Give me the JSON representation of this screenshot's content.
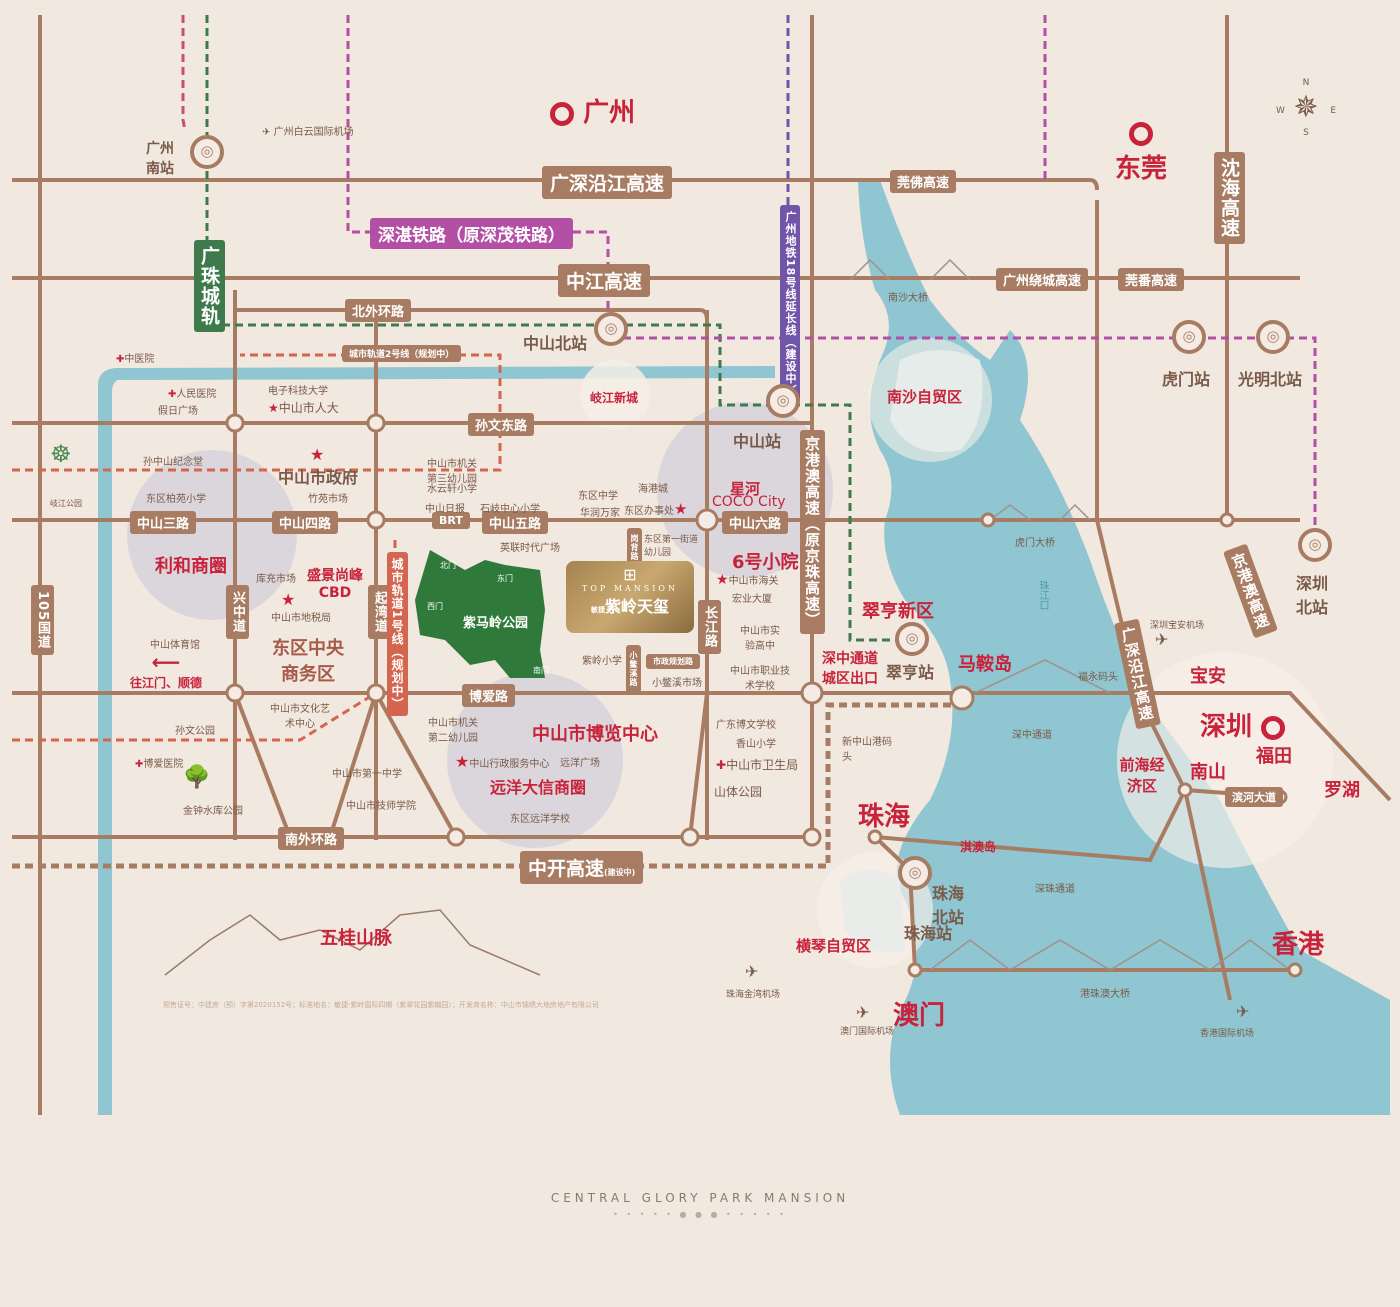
{
  "cities": {
    "guangzhou": "广州",
    "dongguan": "东莞",
    "shenzhen": "深圳",
    "hongkong": "香港",
    "macau": "澳门",
    "zhuhai": "珠海"
  },
  "roads": {
    "gs_yanjiang": "广深沿江高速",
    "zhongjiang": "中江高速",
    "shenzhan": "深湛铁路（原深茂铁路）",
    "guanfo": "莞佛高速",
    "gz_raocheng": "广州绕城高速",
    "guanfan": "莞番高速",
    "shenhai": "沈海高速",
    "beiwaihuan": "北外环路",
    "rail2": "城市轨道2号线（规划中）",
    "sunwen": "孙文东路",
    "zs3": "中山三路",
    "zs4": "中山四路",
    "zs5": "中山五路",
    "brt": "BRT",
    "zs6": "中山六路",
    "boai": "博爱路",
    "nanwaihuan": "南外环路",
    "zhongkai": "中开高速",
    "zhongkai_note": "(建设中)",
    "g105": "105国道",
    "xingzhong": "兴中道",
    "qiwan": "起湾道",
    "rail1": "城市轨道1号线（规划中）",
    "changjiang": "长江路",
    "jinggangao": "京港澳高速（原京珠高速）",
    "metro18": "广州地铁18号线延长线（建设中）",
    "guangzhu": "广珠城轨",
    "gs_yanjiang_v": "广深沿江高速",
    "jinggangao_v": "京港澳高速",
    "binhe": "滨河大道",
    "houtang": "岗背路",
    "xiaobiexi": "小鳖溪路",
    "shizheng": "市政规划路"
  },
  "stations": [
    "广州南站",
    "中山北站",
    "中山站",
    "翠亨站",
    "虎门站",
    "光明北站",
    "深圳北站",
    "珠海北站",
    "珠海站"
  ],
  "areas": [
    "利和商圈",
    "东区中央商务区",
    "中山市博览中心",
    "远洋大信商圈",
    "南沙自贸区",
    "横琴自贸区",
    "前海经济区",
    "星河",
    "COCO City",
    "6号小院",
    "岐江新城",
    "翠亨新区",
    "马鞍岛",
    "深中通道城区出口",
    "南山",
    "福田",
    "罗湖",
    "宝安",
    "淇澳岛",
    "五桂山脉",
    "往江门、顺德",
    "盛景尚峰CBD"
  ],
  "pois": [
    "广州白云国际机场",
    "中医院",
    "人民医院",
    "假日广场",
    "电子科技大学",
    "中山市人大",
    "孙中山纪念堂",
    "中山市政府",
    "竹苑市场",
    "东区柏苑小学",
    "岐江公园",
    "库充市场",
    "中山市地税局",
    "中山体育馆",
    "中山市文化艺术中心",
    "孙文公园",
    "博爱医院",
    "金钟水库公园",
    "中山市机关第三幼儿园",
    "水云轩小学",
    "中山日报",
    "石岐中心小学",
    "东区中学",
    "华润万家",
    "海港城",
    "东区办事处",
    "英联时代广场",
    "东区第一街道幼儿园",
    "中山市海关",
    "宏业大厦",
    "中山市实验高中",
    "中山市职业技术学校",
    "紫岭小学",
    "小鳖溪市场",
    "中山市机关第二幼儿园",
    "中山行政服务中心",
    "远洋广场",
    "东区远洋学校",
    "中山市第一中学",
    "中山市技师学院",
    "广东博文学校",
    "香山小学",
    "中山市卫生局",
    "山体公园",
    "新中山港码头",
    "南沙大桥",
    "虎门大桥",
    "深中通道",
    "深珠通道",
    "港珠澳大桥",
    "福永码头",
    "深圳宝安机场",
    "珠海金湾机场",
    "澳门国际机场",
    "香港国际机场",
    "珠江口"
  ],
  "park": {
    "name": "紫马岭公园",
    "gates": [
      "北门",
      "东门",
      "西门",
      "南门"
    ]
  },
  "project": {
    "en": "TOP MANSION",
    "brand": "敏捷",
    "name": "紫岭天玺"
  },
  "compass": {
    "n": "N",
    "e": "E",
    "s": "S",
    "w": "W"
  },
  "footer": {
    "title": "CENTRAL GLORY PARK MANSION",
    "disclaimer": "预售证号：中建房（预）字第2020152号；标准地名：敏捷·紫岭国际四期（紫翠花园紫樾园）；开发商名称：中山市锦绣大地房地产有限公司"
  },
  "colors": {
    "road": "#a87c62",
    "water": "#8fc6d1",
    "accent": "#c8233b",
    "rail_green": "#3f7a4d",
    "rail_purple": "#b34fa5"
  }
}
